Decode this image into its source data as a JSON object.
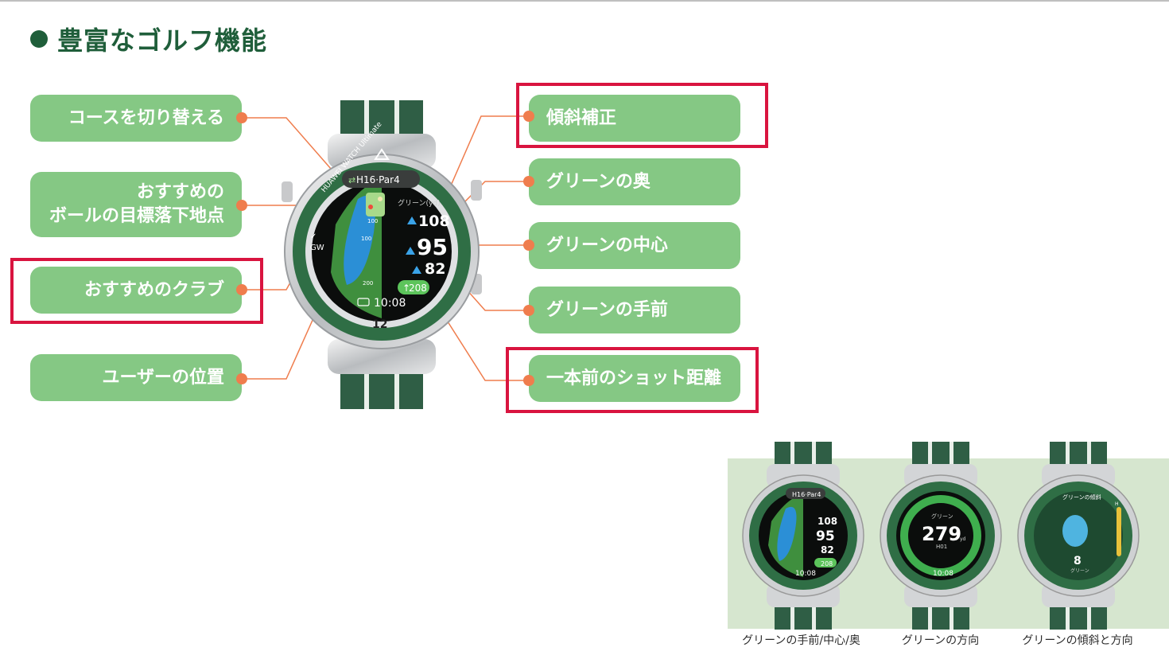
{
  "title": "豊富なゴルフ機能",
  "left_labels": [
    {
      "label": "コースを切り替える",
      "highlighted": false
    },
    {
      "label": "おすすめの\nボールの目標落下地点",
      "highlighted": false
    },
    {
      "label": "おすすめのクラブ",
      "highlighted": true
    },
    {
      "label": "ユーザーの位置",
      "highlighted": false
    }
  ],
  "right_labels": [
    {
      "label": "傾斜補正",
      "highlighted": true
    },
    {
      "label": "グリーンの奥",
      "highlighted": false
    },
    {
      "label": "グリーンの中心",
      "highlighted": false
    },
    {
      "label": "グリーンの手前",
      "highlighted": false
    },
    {
      "label": "一本前のショット距離",
      "highlighted": true
    }
  ],
  "watch": {
    "brand": "HUAWEI WATCH Ultimate",
    "hole": "H16·Par4",
    "green_unit": "グリーン(yd)",
    "back": "108",
    "center": "95",
    "front": "82",
    "club": "GW",
    "last_shot": "208",
    "time": "10:08",
    "bezel_number": "12",
    "distance_marks": [
      "200",
      "100",
      "100"
    ]
  },
  "gallery": {
    "items": [
      {
        "caption": "グリーンの手前/中心/奥",
        "screen": "map"
      },
      {
        "caption": "グリーンの方向",
        "screen": "direction",
        "label": "グリーン",
        "distance": "279",
        "unit": "yd",
        "hole": "H01",
        "time": "10:08"
      },
      {
        "caption": "グリーンの傾斜と方向",
        "screen": "slope",
        "label": "グリーンの傾斜",
        "value": "8",
        "sub": "グリーン",
        "axis": "H"
      }
    ]
  },
  "colors": {
    "title": "#1f5e3a",
    "pill": "#85c884",
    "dot": "#ef7d4d",
    "highlight": "#d9143f",
    "bezel": "#2f6e45",
    "strap": "#2f5e45"
  }
}
